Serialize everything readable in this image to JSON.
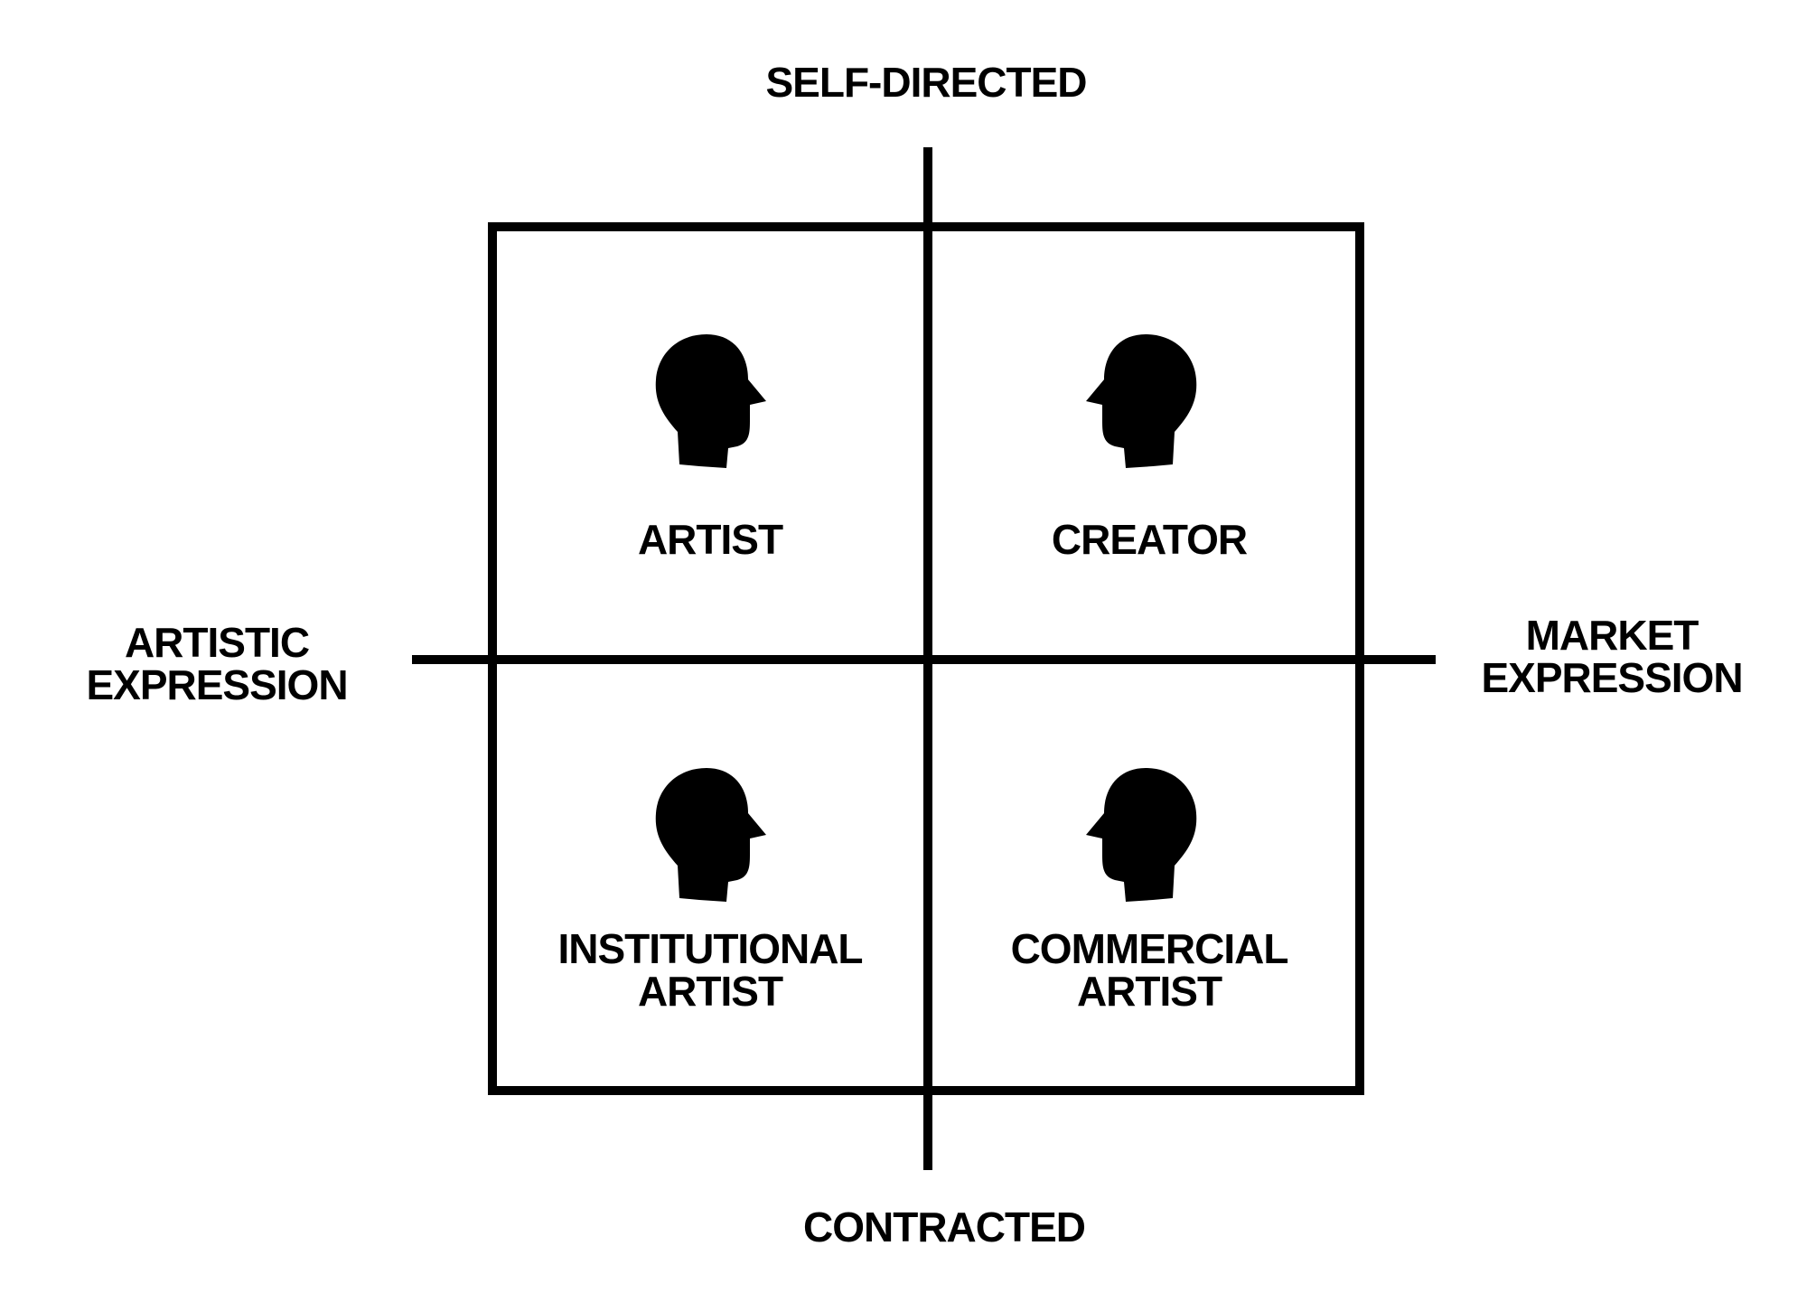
{
  "diagram": {
    "type": "quadrant",
    "axes": {
      "vertical": {
        "top": "SELF-DIRECTED",
        "bottom": "CONTRACTED"
      },
      "horizontal": {
        "left": [
          "ARTISTIC",
          "EXPRESSION"
        ],
        "right": [
          "MARKET",
          "EXPRESSION"
        ]
      }
    },
    "quadrants": [
      {
        "position": "top-left",
        "lines": [
          "ARTIST"
        ],
        "icon": "head-silhouette-icon",
        "facing": "right"
      },
      {
        "position": "top-right",
        "lines": [
          "CREATOR"
        ],
        "icon": "head-silhouette-icon",
        "facing": "left"
      },
      {
        "position": "bottom-left",
        "lines": [
          "INSTITUTIONAL",
          "ARTIST"
        ],
        "icon": "head-silhouette-icon",
        "facing": "right"
      },
      {
        "position": "bottom-right",
        "lines": [
          "COMMERCIAL",
          "ARTIST"
        ],
        "icon": "head-silhouette-icon",
        "facing": "left"
      }
    ],
    "colors": {
      "ink": "#000000",
      "background": "#ffffff"
    }
  }
}
